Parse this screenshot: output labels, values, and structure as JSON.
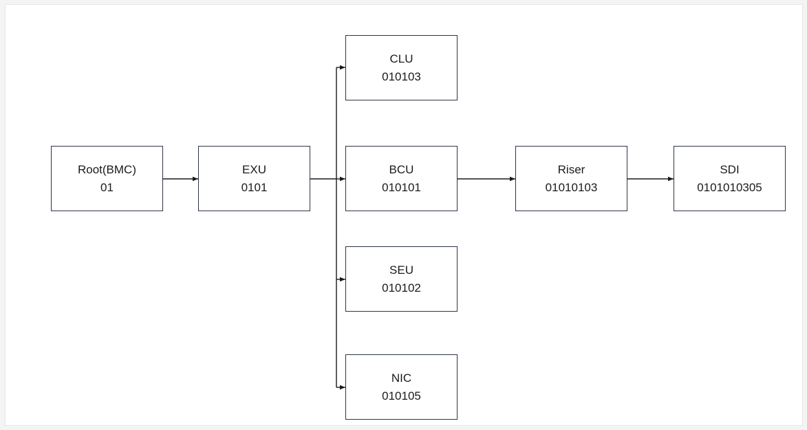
{
  "nodes": {
    "root": {
      "name": "Root(BMC)",
      "code": "01"
    },
    "exu": {
      "name": "EXU",
      "code": "0101"
    },
    "clu": {
      "name": "CLU",
      "code": "010103"
    },
    "bcu": {
      "name": "BCU",
      "code": "010101"
    },
    "seu": {
      "name": "SEU",
      "code": "010102"
    },
    "nic": {
      "name": "NIC",
      "code": "010105"
    },
    "riser": {
      "name": "Riser",
      "code": "01010103"
    },
    "sdi": {
      "name": "SDI",
      "code": "0101010305"
    }
  },
  "edges": [
    {
      "from": "Root(BMC)",
      "to": "EXU"
    },
    {
      "from": "EXU",
      "to": "CLU"
    },
    {
      "from": "EXU",
      "to": "BCU"
    },
    {
      "from": "EXU",
      "to": "SEU"
    },
    {
      "from": "EXU",
      "to": "NIC"
    },
    {
      "from": "BCU",
      "to": "Riser"
    },
    {
      "from": "Riser",
      "to": "SDI"
    }
  ],
  "colors": {
    "stroke": "#2b3445",
    "text": "#1a1a1a",
    "background": "#ffffff"
  }
}
